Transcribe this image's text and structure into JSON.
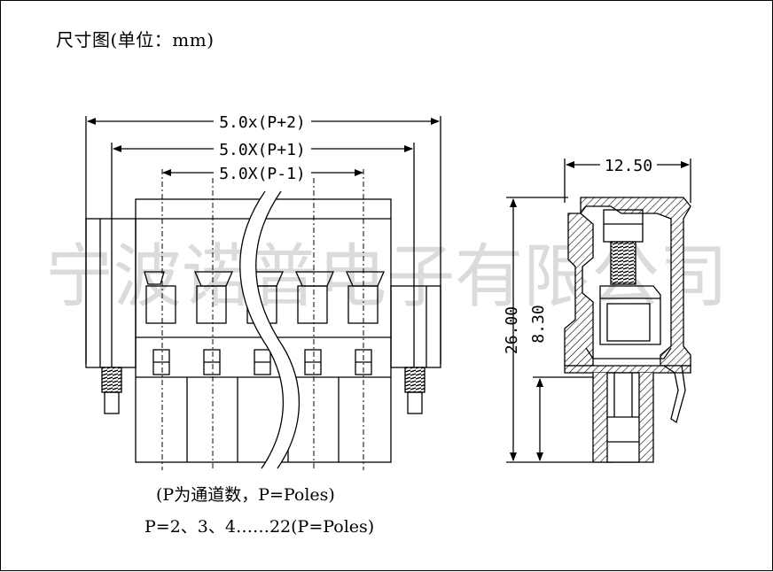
{
  "title": "尺寸图(单位：mm)",
  "watermark": "宁波诺普电子有限公司",
  "front_view": {
    "dim_p_plus_2": "5.0x(P+2)",
    "dim_p_plus_1": "5.0X(P+1)",
    "dim_p_minus_1": "5.0X(P-1)"
  },
  "side_view": {
    "dim_width": "12.50",
    "dim_height": "26.00",
    "dim_pin": "8.30"
  },
  "notes": {
    "line1": "(P为通道数，P=Poles)",
    "line2": "P=2、3、4……22(P=Poles)"
  }
}
